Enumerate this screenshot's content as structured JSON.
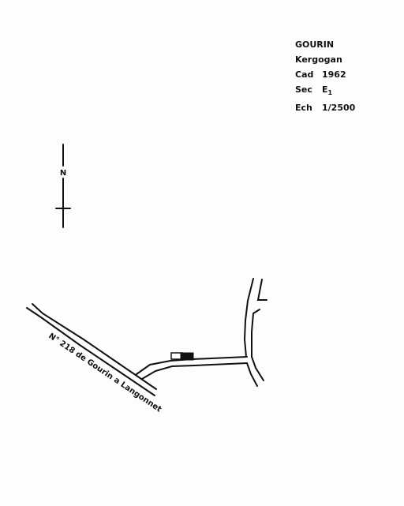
{
  "legend": {
    "commune": "GOURIN",
    "lieu": "Kergogan",
    "cad_label": "Cad",
    "cad_value": "1962",
    "sec_label": "Sec",
    "sec_value": "E",
    "sec_sub": "1",
    "ech_label": "Ech",
    "ech_value": "1/2500"
  },
  "north_arrow": {
    "label": "N"
  },
  "road": {
    "label": "N° 218 de Gourin a Langonnet"
  },
  "colors": {
    "ink": "#111111",
    "paper": "#fdfdfd"
  }
}
